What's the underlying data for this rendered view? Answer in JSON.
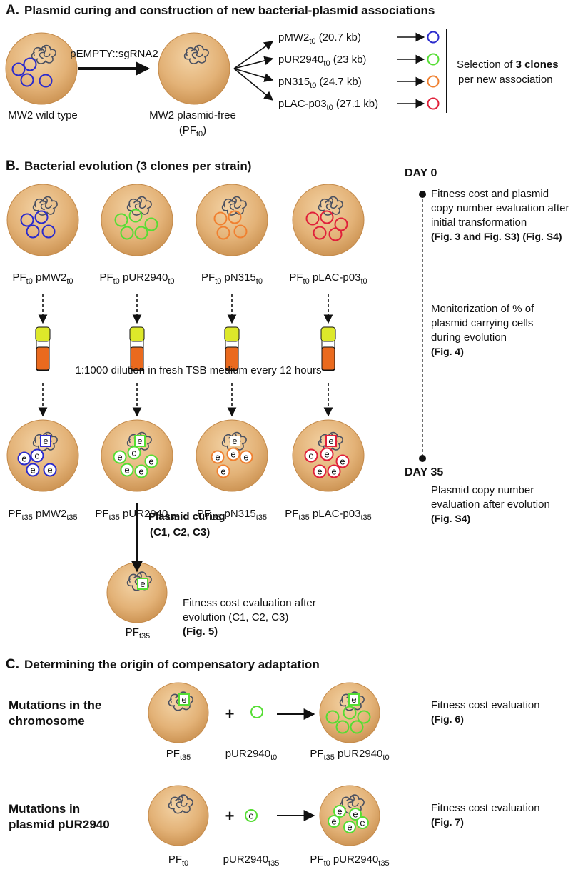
{
  "sections": {
    "a": {
      "letter": "A.",
      "title": "Plasmid curing and construction of new bacterial-plasmid associations"
    },
    "b": {
      "letter": "B.",
      "title": "Bacterial evolution (3 clones per strain)"
    },
    "c": {
      "letter": "C.",
      "title": "Determining the origin of compensatory adaptation"
    }
  },
  "panel_a": {
    "wild_type": "MW2 wild type",
    "arrow_label": "pEMPTY::sgRNA2",
    "plasmid_free_line1": "MW2 plasmid-free",
    "plasmid_free_line2": {
      "main": "(PF",
      "sub": "t0",
      "post": ")"
    },
    "plasmids": [
      {
        "name": "pMW2",
        "sub": "t0",
        "size": " (20.7 kb)",
        "color": "#2b2bcc"
      },
      {
        "name": "pUR2940",
        "sub": "t0",
        "size": " (23 kb)",
        "color": "#55dd33"
      },
      {
        "name": "pN315",
        "sub": "t0",
        "size": " (24.7 kb)",
        "color": "#f08030"
      },
      {
        "name": "pLAC-p03",
        "sub": "t0",
        "size": " (27.1 kb)",
        "color": "#e0203a"
      }
    ],
    "selection_line1_pre": "Selection of ",
    "selection_line1_bold": "3 clones",
    "selection_line2": "per new association"
  },
  "panel_b": {
    "strains_t0": [
      {
        "pf": "PF",
        "pf_sub": "t0",
        "plasmid": " pMW2",
        "plasmid_sub": "t0"
      },
      {
        "pf": "PF",
        "pf_sub": "t0",
        "plasmid": " pUR2940",
        "plasmid_sub": "t0"
      },
      {
        "pf": "PF",
        "pf_sub": "t0",
        "plasmid": " pN315",
        "plasmid_sub": "t0"
      },
      {
        "pf": "PF",
        "pf_sub": "t0",
        "plasmid": " pLAC-p03",
        "plasmid_sub": "t0"
      }
    ],
    "dilution": "1:1000 dilution in fresh TSB medium every 12 hours",
    "strains_t35": [
      {
        "pf": "PF",
        "pf_sub": "t35",
        "plasmid": " pMW2",
        "plasmid_sub": "t35"
      },
      {
        "pf": "PF",
        "pf_sub": "t35",
        "plasmid": " pUR2940",
        "plasmid_sub": "t35"
      },
      {
        "pf": "PF",
        "pf_sub": "t35",
        "plasmid": " pN315",
        "plasmid_sub": "t35"
      },
      {
        "pf": "PF",
        "pf_sub": "t35",
        "plasmid": " pLAC-p03",
        "plasmid_sub": "t35"
      }
    ],
    "curing_line1": "Plasmid curing",
    "curing_line2": "(C1, C2, C3)",
    "cured_pf": "PF",
    "cured_sub": "t35",
    "eval_line1": "Fitness cost evaluation after",
    "eval_line2": "evolution (C1, C2, C3)",
    "eval_line3": "(Fig. 5)",
    "mutation_letter": "e"
  },
  "timeline": {
    "day0": "DAY 0",
    "day0_text": [
      "Fitness cost and plasmid",
      "copy number evaluation after",
      "initial transformation"
    ],
    "day0_fig": "(Fig. 3 and Fig. S3) (Fig. S4)",
    "mid_text": [
      "Monitorization of % of",
      "plasmid carrying cells",
      "during evolution"
    ],
    "mid_fig": "(Fig. 4)",
    "day35": "DAY 35",
    "day35_text": [
      "Plasmid copy number",
      "evaluation after evolution"
    ],
    "day35_fig": "(Fig. S4)"
  },
  "panel_c": {
    "row1": {
      "title": [
        "Mutations in the",
        "chromosome"
      ],
      "host": {
        "main": "PF",
        "sub": "t35"
      },
      "plasmid": {
        "main": "pUR2940",
        "sub": "t0"
      },
      "result": {
        "pf": "PF",
        "pf_sub": "t35",
        "plasmid": " pUR2940",
        "plasmid_sub": "t0"
      },
      "plus": "+",
      "eval": "Fitness cost evaluation",
      "fig": "(Fig. 6)"
    },
    "row2": {
      "title": [
        "Mutations in",
        "plasmid pUR2940"
      ],
      "host": {
        "main": "PF",
        "sub": "t0"
      },
      "plasmid": {
        "main": "pUR2940",
        "sub": "t35"
      },
      "result": {
        "pf": "PF",
        "pf_sub": "t0",
        "plasmid": " pUR2940",
        "plasmid_sub": "t35"
      },
      "plus": "+",
      "eval": "Fitness cost evaluation",
      "fig": "(Fig. 7)"
    }
  },
  "colors": {
    "blue": "#2b2bcc",
    "green": "#55dd33",
    "orange": "#f08030",
    "red": "#e0203a",
    "cell_fill": "#e6b47a",
    "tube_cap": "#dde82a",
    "tube_medium": "#ea6a1e"
  }
}
